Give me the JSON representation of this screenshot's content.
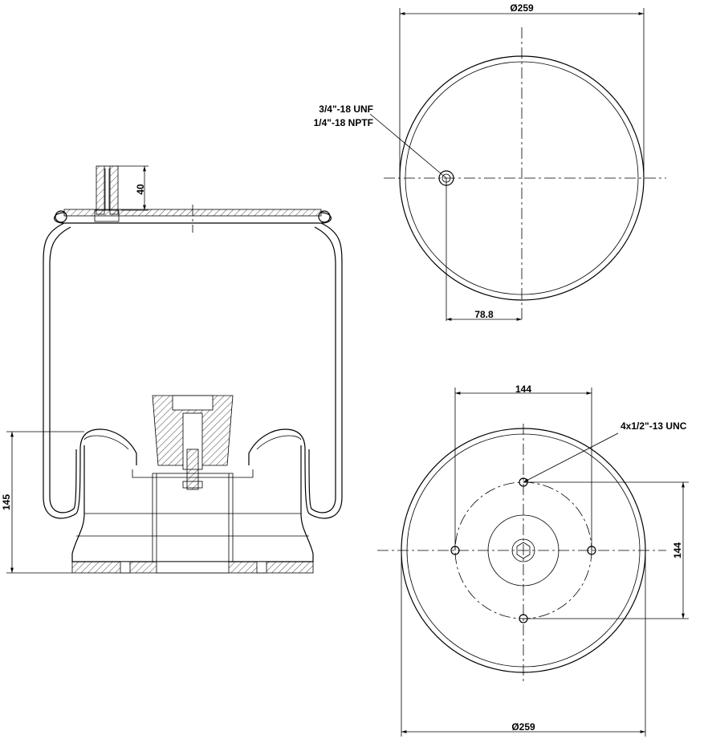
{
  "drawing": {
    "top_view": {
      "diameter_label": "Ø259",
      "port_label_1": "3/4\"-18 UNF",
      "port_label_2": "1/4\"-18 NPTF",
      "offset_label": "78.8"
    },
    "side_view": {
      "height_label": "145",
      "stud_label": "40"
    },
    "bottom_view": {
      "spacing_label_h": "144",
      "spacing_label_v": "144",
      "bolt_label": "4x1/2\"-13 UNC",
      "diameter_label": "Ø259"
    }
  }
}
